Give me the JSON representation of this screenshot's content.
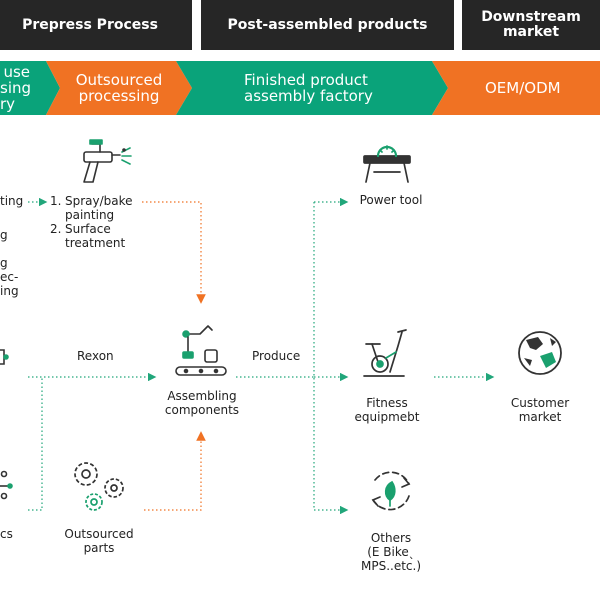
{
  "headers": {
    "prepress": "Prepress Process",
    "post_assembled": "Post-assembled products",
    "downstream_line1": "Downstream",
    "downstream_line2": "market"
  },
  "process_bar": {
    "inhouse": [
      "use",
      "sing",
      "ry"
    ],
    "outsourced_line1": "Outsourced",
    "outsourced_line2": "processing",
    "finished_line1": "Finished product",
    "finished_line2": "assembly factory",
    "oem": "OEM/ODM"
  },
  "left_fragments": {
    "top": [
      "ting",
      "g",
      "g",
      "ec-",
      "ing"
    ],
    "bottom": "cs"
  },
  "painting_steps": [
    {
      "num": "1.",
      "line1": "Spray/bake",
      "line2": "painting"
    },
    {
      "num": "2.",
      "line1": "Surface",
      "line2": "treatment"
    }
  ],
  "edge_labels": {
    "rexon": "Rexon",
    "produce": "Produce"
  },
  "nodes": {
    "assembling": [
      "Assembling",
      "components"
    ],
    "outsourced_parts": [
      "Outsourced",
      "parts"
    ],
    "power_tool": "Power tool",
    "fitness": [
      "Fitness",
      "equipmebt"
    ],
    "others": [
      "Others",
      "(E Bikeˎ",
      "MPS..etc.)"
    ],
    "customer": [
      "Customer",
      "market"
    ]
  },
  "colors": {
    "header_bg": "#262626",
    "green": "#0aa37a",
    "orange": "#f07223",
    "line_green": "#21a67a",
    "line_orange": "#f07223",
    "icon_dark": "#333333",
    "icon_green": "#1aa06e"
  }
}
